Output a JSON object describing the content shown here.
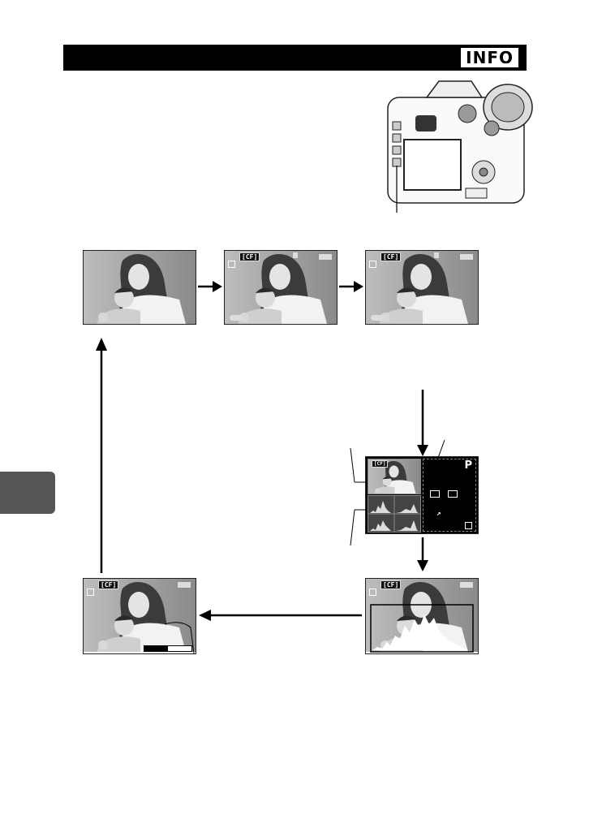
{
  "header": {
    "badge_label": "INFO"
  },
  "screens": {
    "overlay_cf": "[CF]",
    "overlay_mode": "P"
  }
}
